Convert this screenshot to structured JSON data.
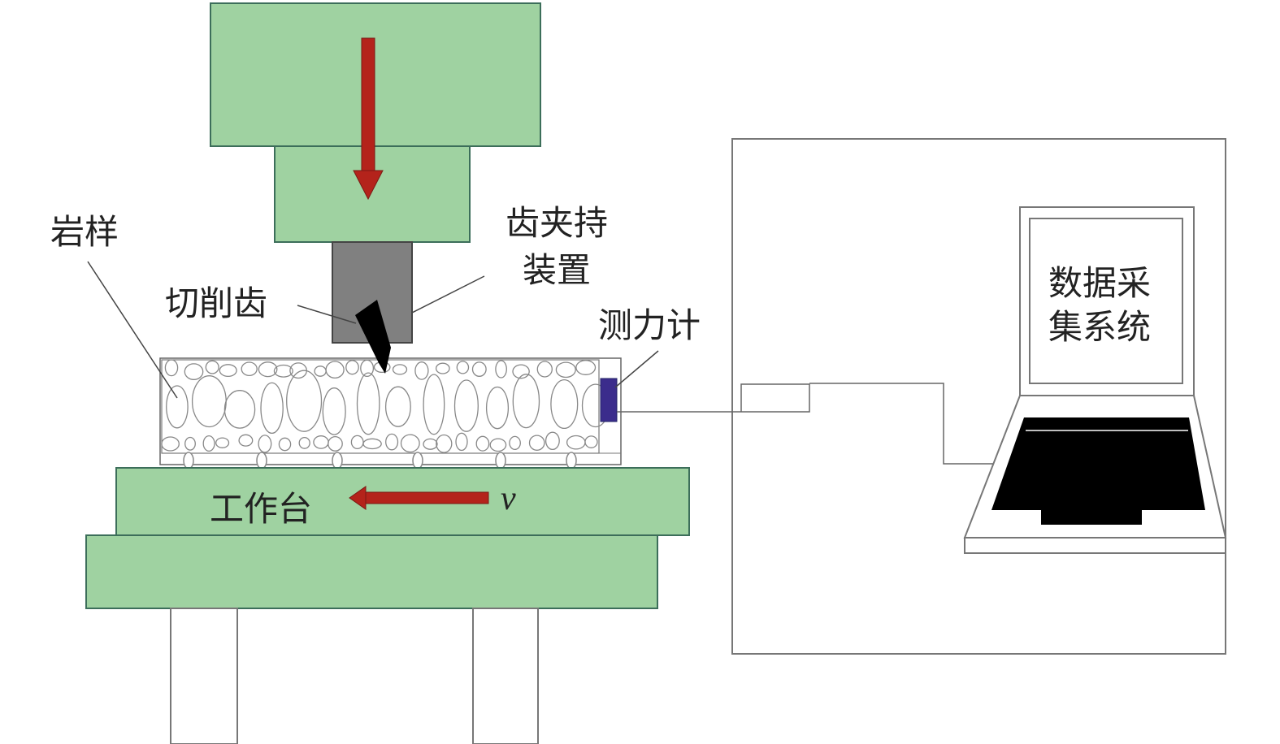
{
  "labels": {
    "rock_sample": "岩样",
    "cutting_tooth": "切削齿",
    "tooth_holder_line1": "齿夹持",
    "tooth_holder_line2": "装置",
    "dynamometer": "测力计",
    "workbench": "工作台",
    "velocity": "v",
    "daq_line1": "数据采",
    "daq_line2": "集系统"
  },
  "colors": {
    "machine_green": "#9fd2a1",
    "machine_edge": "#3c6e5a",
    "arrow_red": "#b4231b",
    "holder_gray": "#808080",
    "sensor_blue": "#3b2c8c",
    "tooth_black": "#000000"
  }
}
